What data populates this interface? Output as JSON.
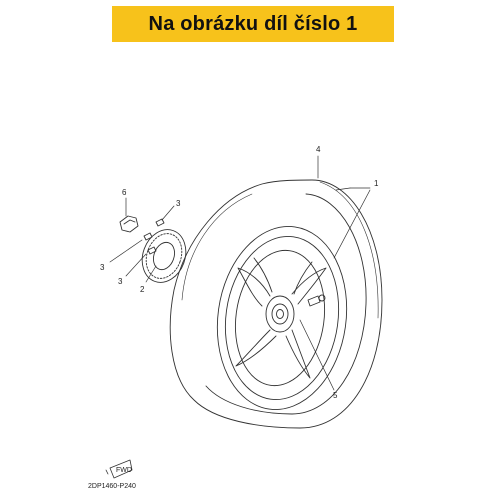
{
  "banner": {
    "text": "Na obrázku díl číslo 1"
  },
  "callouts": {
    "c1": "1",
    "c2": "2",
    "c3a": "3",
    "c3b": "3",
    "c3c": "3",
    "c4": "4",
    "c5": "5",
    "c6": "6"
  },
  "diagram_code": "2DP1460-P240",
  "fwd_label": "FWD",
  "colors": {
    "banner": "#f7c21b",
    "line": "#333333"
  }
}
